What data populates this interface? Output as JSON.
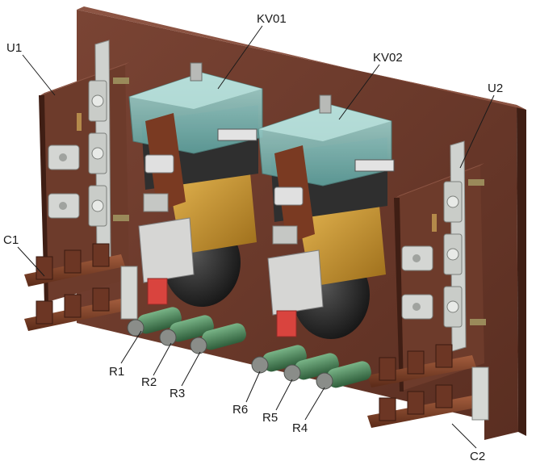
{
  "labels": {
    "u1": "U1",
    "u2": "U2",
    "kv01": "KV01",
    "kv02": "KV02",
    "c1": "C1",
    "c2": "C2",
    "r1": "R1",
    "r2": "R2",
    "r3": "R3",
    "r4": "R4",
    "r5": "R5",
    "r6": "R6"
  },
  "colors": {
    "panel": "#6b3a2a",
    "panel_dark": "#4a2419",
    "relay_glass": "#7fb8b5",
    "coil": "#2b2b2b",
    "brass": "#c8962e",
    "bracket": "#d7d9d6",
    "resistor": "#4f8a5c",
    "copper": "#8a4a30"
  }
}
